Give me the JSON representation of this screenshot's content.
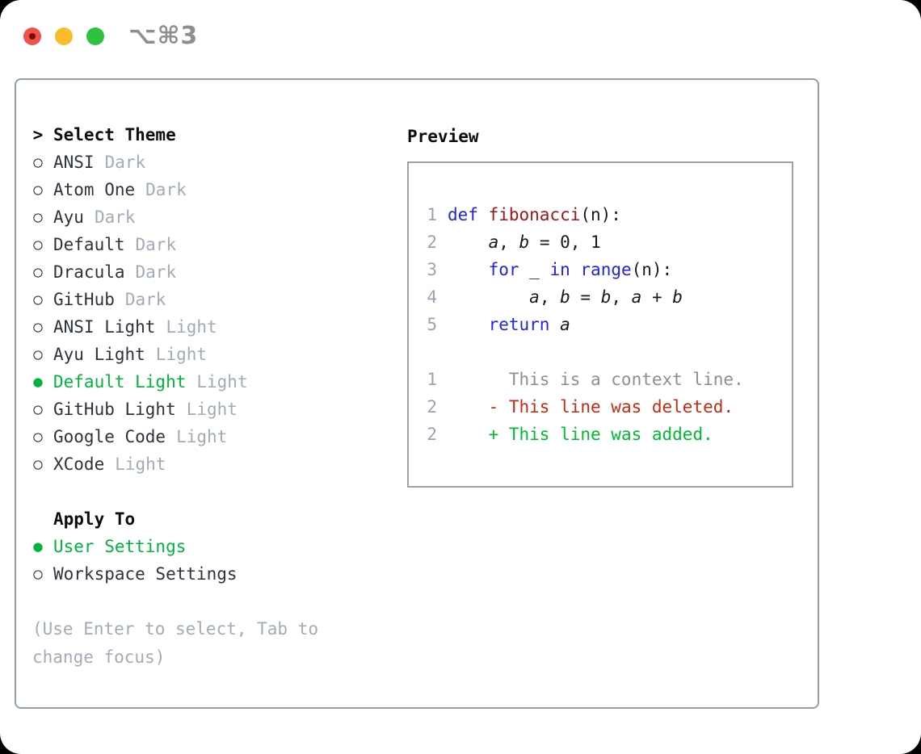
{
  "titlebar": {
    "title": "⌥⌘3",
    "buttons": [
      "close",
      "minimize",
      "zoom"
    ]
  },
  "palette": {
    "selected_green": "#00b43e",
    "keyword_blue": "#2222ee",
    "function_red": "#a31515",
    "deleted_red": "#c62b12",
    "added_green": "#00bb2f",
    "context_gray": "#8e8e93",
    "muted_gray": "#a2abb8",
    "line_number_gray": "#9aa3b2",
    "item_text": "#2d333c",
    "panel_border": "#929cab"
  },
  "theme_selector": {
    "header": "Select Theme",
    "cursor": ">",
    "unselected_marker": "○",
    "selected_marker": "●",
    "items": [
      {
        "label": "ANSI",
        "variant": "Dark",
        "selected": false
      },
      {
        "label": "Atom One",
        "variant": "Dark",
        "selected": false
      },
      {
        "label": "Ayu",
        "variant": "Dark",
        "selected": false
      },
      {
        "label": "Default",
        "variant": "Dark",
        "selected": false
      },
      {
        "label": "Dracula",
        "variant": "Dark",
        "selected": false
      },
      {
        "label": "GitHub",
        "variant": "Dark",
        "selected": false
      },
      {
        "label": "ANSI Light",
        "variant": "Light",
        "selected": false
      },
      {
        "label": "Ayu Light",
        "variant": "Light",
        "selected": false
      },
      {
        "label": "Default Light",
        "variant": "Light",
        "selected": true
      },
      {
        "label": "GitHub Light",
        "variant": "Light",
        "selected": false
      },
      {
        "label": "Google Code",
        "variant": "Light",
        "selected": false
      },
      {
        "label": "XCode",
        "variant": "Light",
        "selected": false
      }
    ]
  },
  "apply_to": {
    "header": "Apply To",
    "items": [
      {
        "label": "User Settings",
        "selected": true
      },
      {
        "label": "Workspace Settings",
        "selected": false
      }
    ]
  },
  "hint": {
    "line1": "(Use Enter to select, Tab to",
    "line2": "change focus)"
  },
  "preview": {
    "header": "Preview",
    "lines": [
      {
        "num": "1",
        "segs": [
          {
            "t": "def ",
            "c": "kw"
          },
          {
            "t": "fibonacci",
            "c": "fn"
          },
          {
            "t": "(n):"
          }
        ]
      },
      {
        "num": "2",
        "segs": [
          {
            "t": "    "
          },
          {
            "t": "a",
            "i": 1
          },
          {
            "t": ", "
          },
          {
            "t": "b",
            "i": 1
          },
          {
            "t": " = 0, 1"
          }
        ]
      },
      {
        "num": "3",
        "segs": [
          {
            "t": "    "
          },
          {
            "t": "for",
            "c": "kw"
          },
          {
            "t": " _ "
          },
          {
            "t": "in",
            "c": "kw"
          },
          {
            "t": " "
          },
          {
            "t": "range",
            "c": "kw"
          },
          {
            "t": "(n):"
          }
        ]
      },
      {
        "num": "4",
        "segs": [
          {
            "t": "        "
          },
          {
            "t": "a",
            "i": 1
          },
          {
            "t": ", "
          },
          {
            "t": "b",
            "i": 1
          },
          {
            "t": " = "
          },
          {
            "t": "b",
            "i": 1
          },
          {
            "t": ", "
          },
          {
            "t": "a",
            "i": 1
          },
          {
            "t": " + "
          },
          {
            "t": "b",
            "i": 1
          }
        ]
      },
      {
        "num": "5",
        "segs": [
          {
            "t": "    "
          },
          {
            "t": "return",
            "c": "kw"
          },
          {
            "t": " "
          },
          {
            "t": "a",
            "i": 1
          }
        ]
      },
      {
        "num": "",
        "segs": []
      },
      {
        "num": "1",
        "segs": [
          {
            "t": "      This is a context line.",
            "c": "ctx"
          }
        ]
      },
      {
        "num": "2",
        "segs": [
          {
            "t": "    "
          },
          {
            "t": "- This line was deleted.",
            "c": "del"
          }
        ]
      },
      {
        "num": "2",
        "segs": [
          {
            "t": "    "
          },
          {
            "t": "+ This line was added.",
            "c": "add"
          }
        ]
      }
    ]
  }
}
